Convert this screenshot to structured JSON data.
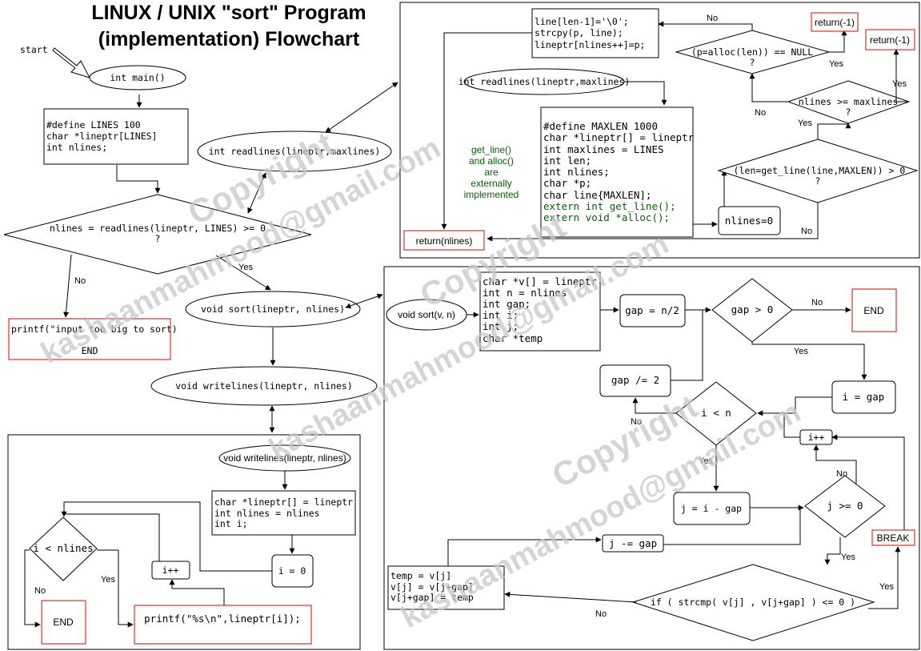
{
  "title_line1": "LINUX / UNIX \"sort\" Program",
  "title_line2": "(implementation) Flowchart",
  "main": {
    "start": "start",
    "int_main": "int main()",
    "defines": [
      "#define LINES 100",
      "char *lineptr[LINES]",
      "int nlines;"
    ],
    "decision_readlines": [
      "nlines = readlines(lineptr, LINES) >= 0",
      "?"
    ],
    "no": "No",
    "yes": "Yes",
    "too_big": "printf(\"input too big to sort)",
    "too_big_end": "END",
    "readlines_call": "int readlines(lineptr,maxlines)",
    "sort_call": "void sort(lineptr, nlines)",
    "writelines_call": "void writelines(lineptr, nlines)"
  },
  "readlines_panel": {
    "header": "int readlines(lineptr,maxlines)",
    "decls_plain": [
      "#define MAXLEN 1000",
      "char *lineptr[] = lineptr",
      "int maxlines = LINES",
      "int len;",
      "int nlines;",
      "char *p;",
      "char line{MAXLEN];"
    ],
    "decls_green": [
      "extern int get_line();",
      "extern void *alloc();"
    ],
    "note": [
      "get_line()",
      "and alloc()",
      "are",
      "externally",
      "implemented"
    ],
    "nlines0": "nlines=0",
    "decision_getline": [
      "(len=get_line(line,MAXLEN)) > 0",
      "?"
    ],
    "decision_max": [
      "nlines >= maxlines",
      "?"
    ],
    "decision_alloc": [
      "(p=alloc(len)) == NULL",
      "?"
    ],
    "store_block": [
      "line[len-1]='\\0';",
      "strcpy(p, line);",
      "lineptr[nlines++]=p;"
    ],
    "return_neg1_a": "return(-1)",
    "return_neg1_b": "return(-1)",
    "return_nlines": "return(nlines)",
    "yes": "Yes",
    "no": "No"
  },
  "sort_panel": {
    "header": "void sort(v, n)",
    "decls": [
      "char *v[] = lineptr",
      "int n = nlines",
      "int gap;",
      "int i;",
      "int j;",
      "char *temp"
    ],
    "gap_init": "gap = n/2",
    "decision_gap": "gap > 0",
    "end": "END",
    "gap_div": "gap /= 2",
    "i_gap": "i = gap",
    "decision_i": "i < n",
    "i_inc": "i++",
    "j_init": "j = i - gap",
    "decision_j": "j >= 0",
    "j_dec": "j -= gap",
    "break_lbl": "BREAK",
    "decision_cmp": "if ( strcmp( v[j] , v[j+gap] ) <= 0 )",
    "swap": [
      "temp = v[j]",
      "v[j] = v[j+gap]",
      "v[j+gap] = temp"
    ],
    "yes": "Yes",
    "no": "No"
  },
  "writelines_panel": {
    "header": "void writelines(lineptr, nlines)",
    "decls": [
      "char *lineptr[] = lineptr",
      "int nlines = nlines",
      "int i;"
    ],
    "i0": "i = 0",
    "decision": "i < nlines",
    "inc": "i++",
    "print": "printf(\"%s\\n\",lineptr[i]);",
    "end": "END",
    "yes": "Yes",
    "no": "No"
  },
  "watermark": {
    "copyright": "Copyright",
    "email": "kashaanmahmood@gmail.com"
  },
  "colors": {
    "red_box": "#e03030",
    "green_text": "#006400",
    "watermark": "#c8c8c8"
  }
}
